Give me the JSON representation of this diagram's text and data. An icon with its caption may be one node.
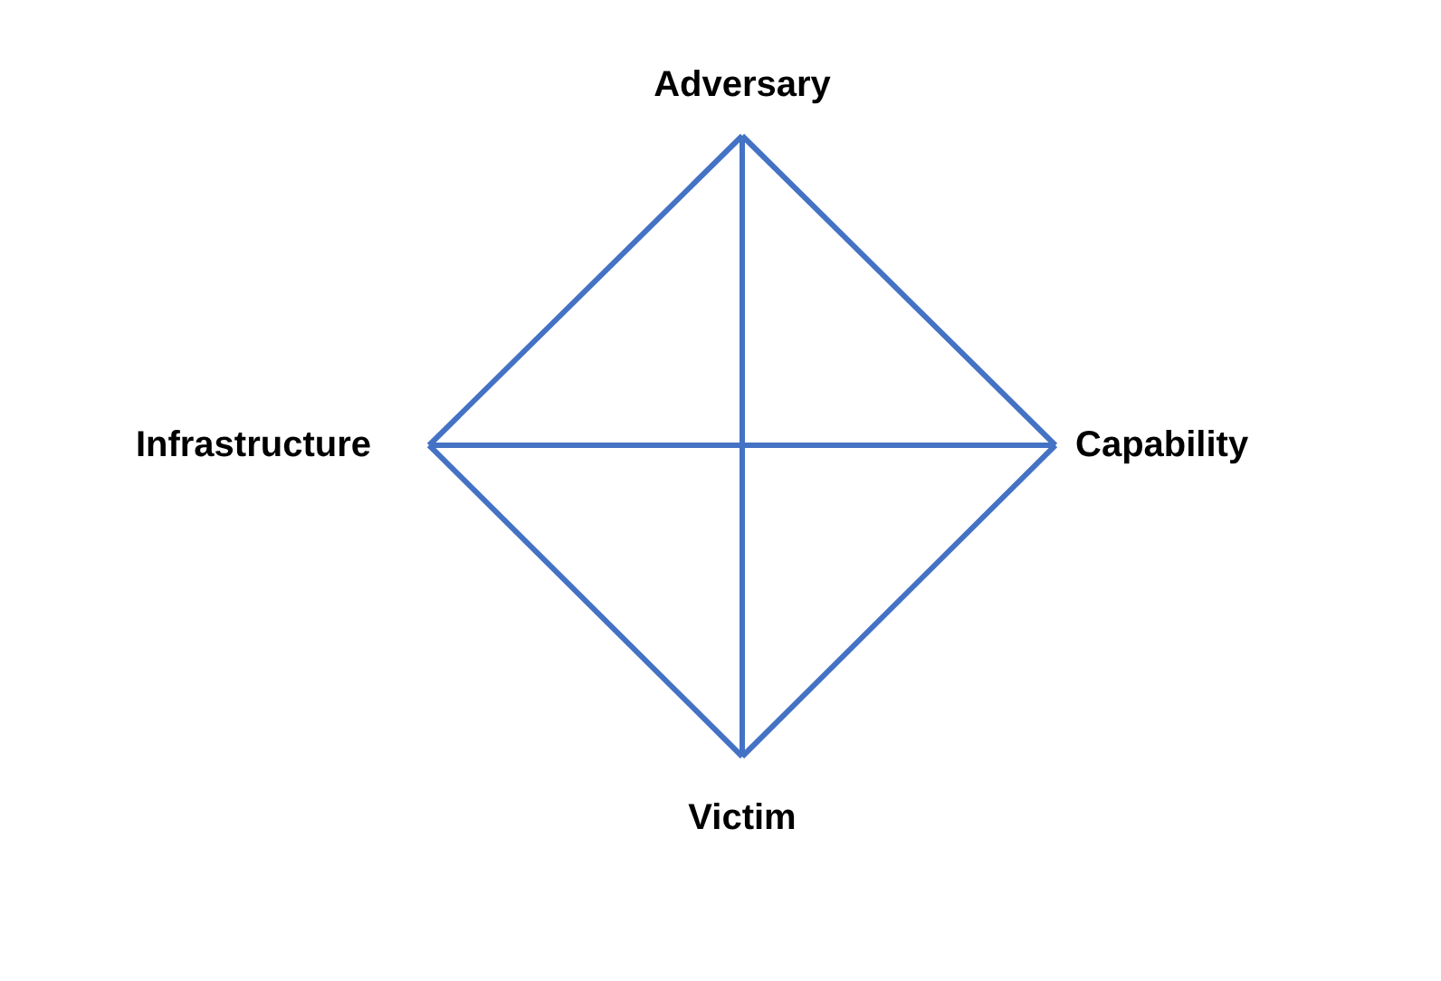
{
  "diagram": {
    "nodes": [
      {
        "text": [
          "Adversary"
        ]
      },
      {
        "text": [
          "Infrastructure"
        ]
      },
      {
        "text": [
          "Capability"
        ]
      },
      {
        "text": [
          "Victim"
        ]
      }
    ],
    "edges": [
      {
        "from": 0,
        "to": 2,
        "arrow": "none"
      },
      {
        "from": 2,
        "to": 3,
        "arrow": "none"
      },
      {
        "from": 3,
        "to": 1,
        "arrow": "none"
      },
      {
        "from": 1,
        "to": 0,
        "arrow": "none"
      },
      {
        "from": 0,
        "to": 3,
        "arrow": "none"
      },
      {
        "from": 1,
        "to": 2,
        "arrow": "none"
      }
    ]
  }
}
